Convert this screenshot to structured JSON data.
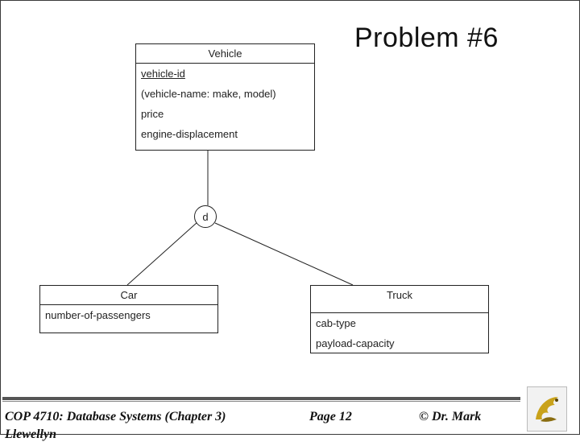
{
  "slide": {
    "title": "Problem #6"
  },
  "diagram": {
    "vehicle": {
      "name": "Vehicle",
      "attributes": [
        "vehicle-id",
        "(vehicle-name: make, model)",
        "price",
        "engine-displacement"
      ]
    },
    "disjoint_symbol": "d",
    "car": {
      "name": "Car",
      "attributes": [
        "number-of-passengers"
      ]
    },
    "truck": {
      "name": "Truck",
      "attributes": [
        "cab-type",
        "payload-capacity"
      ]
    }
  },
  "footer": {
    "course": "COP 4710: Database Systems (Chapter 3)",
    "page": "Page 12",
    "author_line1": "© Dr. Mark",
    "author_line2": "Llewellyn"
  },
  "colors": {
    "line": "#222222",
    "logo_gold": "#c9a21a"
  }
}
